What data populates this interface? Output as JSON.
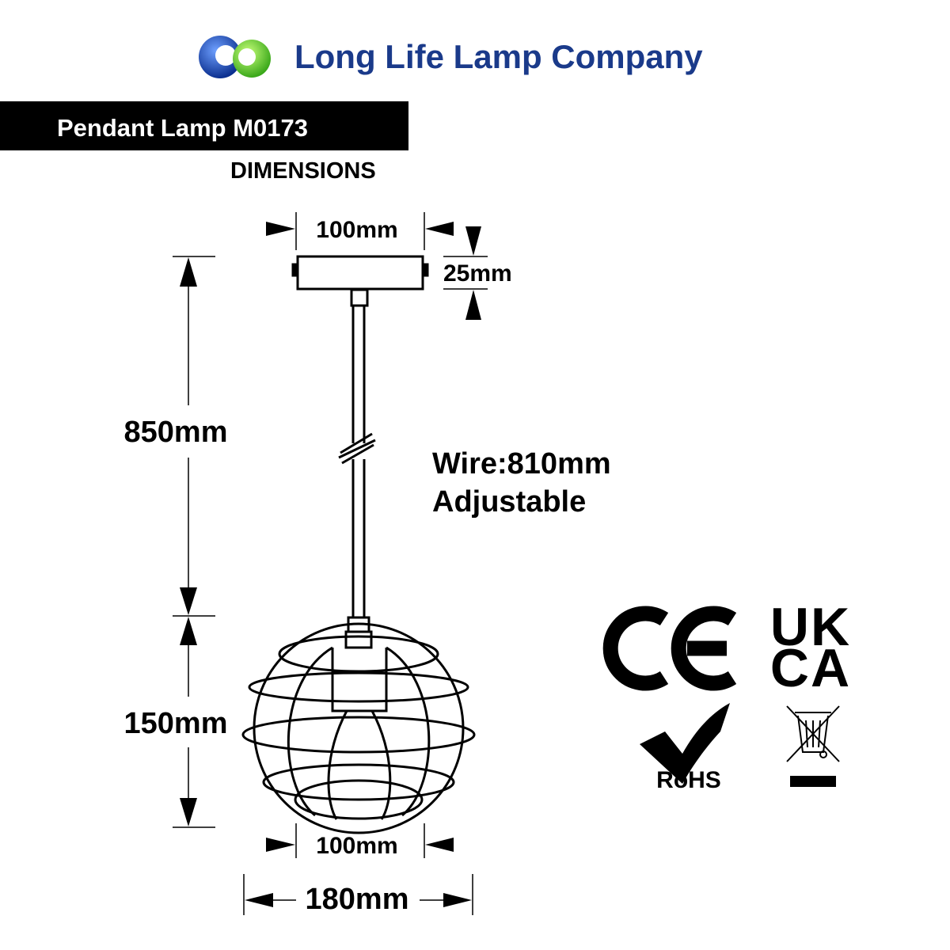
{
  "header": {
    "company_name": "Long Life Lamp Company",
    "brand_color": "#1a3a8a"
  },
  "title_bar": {
    "product": "Pendant Lamp M0173",
    "section": "DIMENSIONS"
  },
  "dimensions": {
    "canopy_width": "100mm",
    "canopy_height": "25mm",
    "drop_length": "850mm",
    "shade_height": "150mm",
    "shade_bottom_width": "100mm",
    "shade_width": "180mm"
  },
  "wire": {
    "line1": "Wire:810mm",
    "line2": "Adjustable"
  },
  "certifications": {
    "ce": "CE",
    "ukca_top": "UK",
    "ukca_bottom": "CA",
    "rohs": "RoHS"
  },
  "icons": [
    "logo-rings-icon",
    "ce-mark-icon",
    "ukca-mark-icon",
    "rohs-check-icon",
    "weee-bin-icon"
  ]
}
